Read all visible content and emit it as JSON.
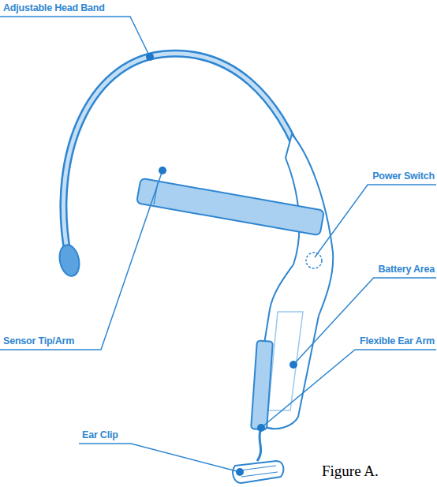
{
  "diagram": {
    "caption": "Figure A.",
    "labels": [
      "Adjustable Head Band",
      "Power Switch",
      "Sensor Tip/Arm",
      "Battery Area",
      "Flexible Ear Arm",
      "Ear Clip"
    ]
  }
}
